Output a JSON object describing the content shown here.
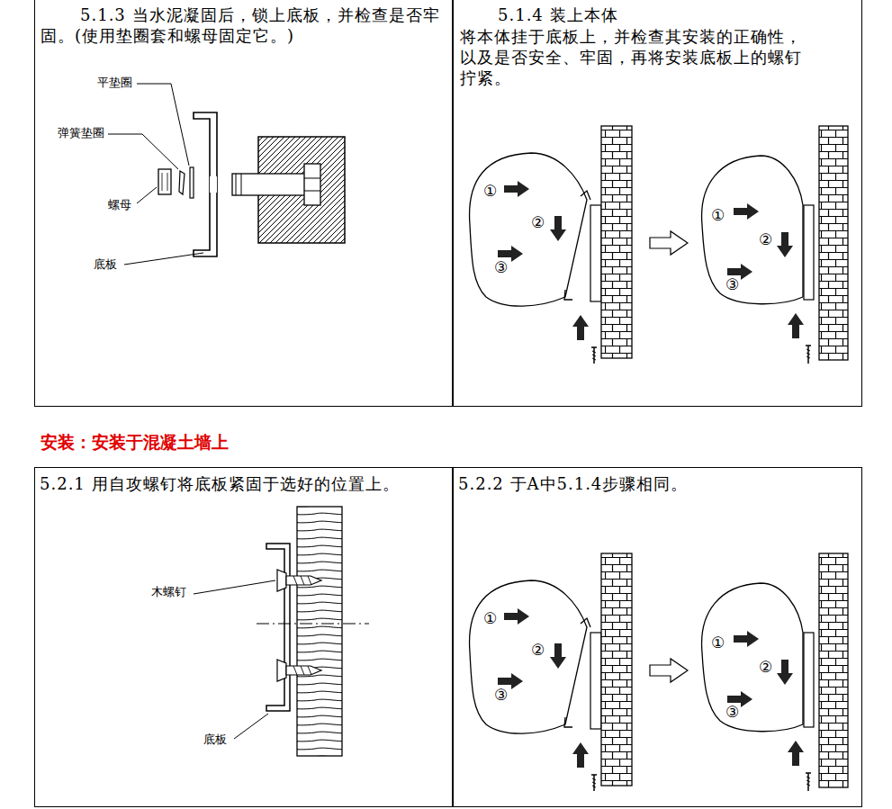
{
  "diagram": {
    "title": "安装：安装于混凝土墙上",
    "nodes": [
      {
        "text": [
          "5.1.3 当水泥凝固后，锁上底板，并检查是否牢固。(使用垫圈套和螺母固定它。)"
        ]
      },
      {
        "text": [
          "5.1.4 装上本体",
          "将本体挂于底板上，并检查其安装的正确性，以及是否安全、牢固，再将安装底板上的螺钉拧紧。"
        ]
      },
      {
        "text": [
          "5.2.1 用自攻螺钉将底板紧固于选好的位置上。"
        ]
      },
      {
        "text": [
          "5.2.2 于A中5.1.4步骤相同。"
        ]
      }
    ],
    "labels": [
      "平垫圈",
      "弹簧垫圈",
      "螺母",
      "底板",
      "①",
      "②",
      "③",
      "①",
      "②",
      "③",
      "木螺钉",
      "底板",
      "①",
      "②",
      "③",
      "①",
      "②",
      "③"
    ]
  }
}
